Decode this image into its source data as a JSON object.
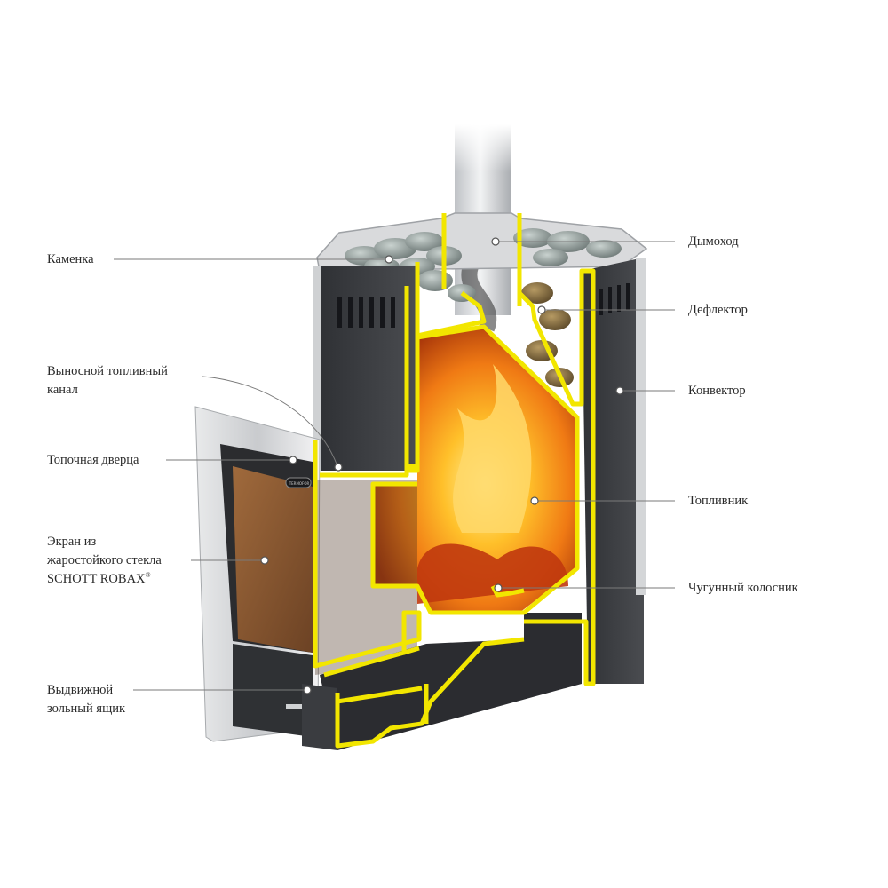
{
  "colors": {
    "background": "#ffffff",
    "cut_outline": "#f2e600",
    "body_dark": "#3a3c40",
    "flame": "#f59a1c",
    "glass": "#8a5a32",
    "label_text": "#2a2a2a",
    "leader_line": "#7a7a7a"
  },
  "labels": {
    "kamenka": "Каменка",
    "fuel_channel_1": "Выносной топливный",
    "fuel_channel_2": "канал",
    "fire_door": "Топочная дверца",
    "glass_1": "Экран из",
    "glass_2": "жаростойкого стекла",
    "glass_3": "SCHOTT ROBAX",
    "glass_reg": "®",
    "ash_box_1": "Выдвижной",
    "ash_box_2": "зольный ящик",
    "chimney": "Дымоход",
    "deflector": "Дефлектор",
    "convector": "Конвектор",
    "firebox": "Топливник",
    "grate": "Чугунный колосник"
  },
  "door_badge": "TERMOFOR"
}
